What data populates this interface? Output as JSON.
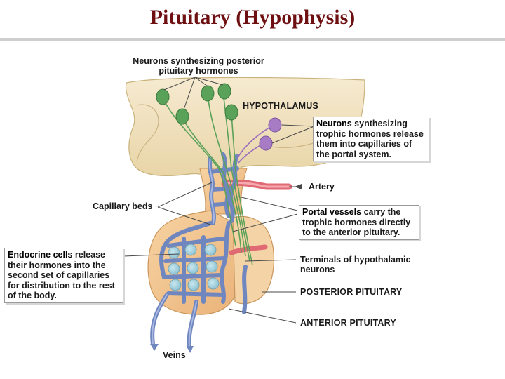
{
  "title": "Pituitary (Hypophysis)",
  "labels": {
    "neurons_posterior": "Neurons synthesizing posterior pituitary hormones",
    "hypothalamus": "HYPOTHALAMUS",
    "artery": "Artery",
    "capillary_beds": "Capillary beds",
    "terminals": "Terminals of hypothalamic neurons",
    "posterior_pituitary": "POSTERIOR PITUITARY",
    "anterior_pituitary": "ANTERIOR PITUITARY",
    "veins": "Veins"
  },
  "boxes": {
    "trophic_neurons": {
      "bold": "Neurons",
      "rest": " synthesizing trophic hormones release them into capillaries of the portal system."
    },
    "portal_vessels": {
      "bold": "Portal vessels",
      "rest": " carry the trophic hormones directly to the anterior pituitary."
    },
    "endocrine_cells": {
      "bold": "Endocrine cells",
      "rest": " release their hormones into the second set of capillaries for distribution to the rest of the body."
    }
  },
  "colors": {
    "title": "#6e0f12",
    "hypothalamus_tissue": "#f1dfb5",
    "pituitary_tissue": "#f3c58c",
    "vein_blue": "#7f95c8",
    "artery_red": "#e06a73",
    "neuron_green": "#5aa25a",
    "neuron_purple": "#a77cc4"
  }
}
